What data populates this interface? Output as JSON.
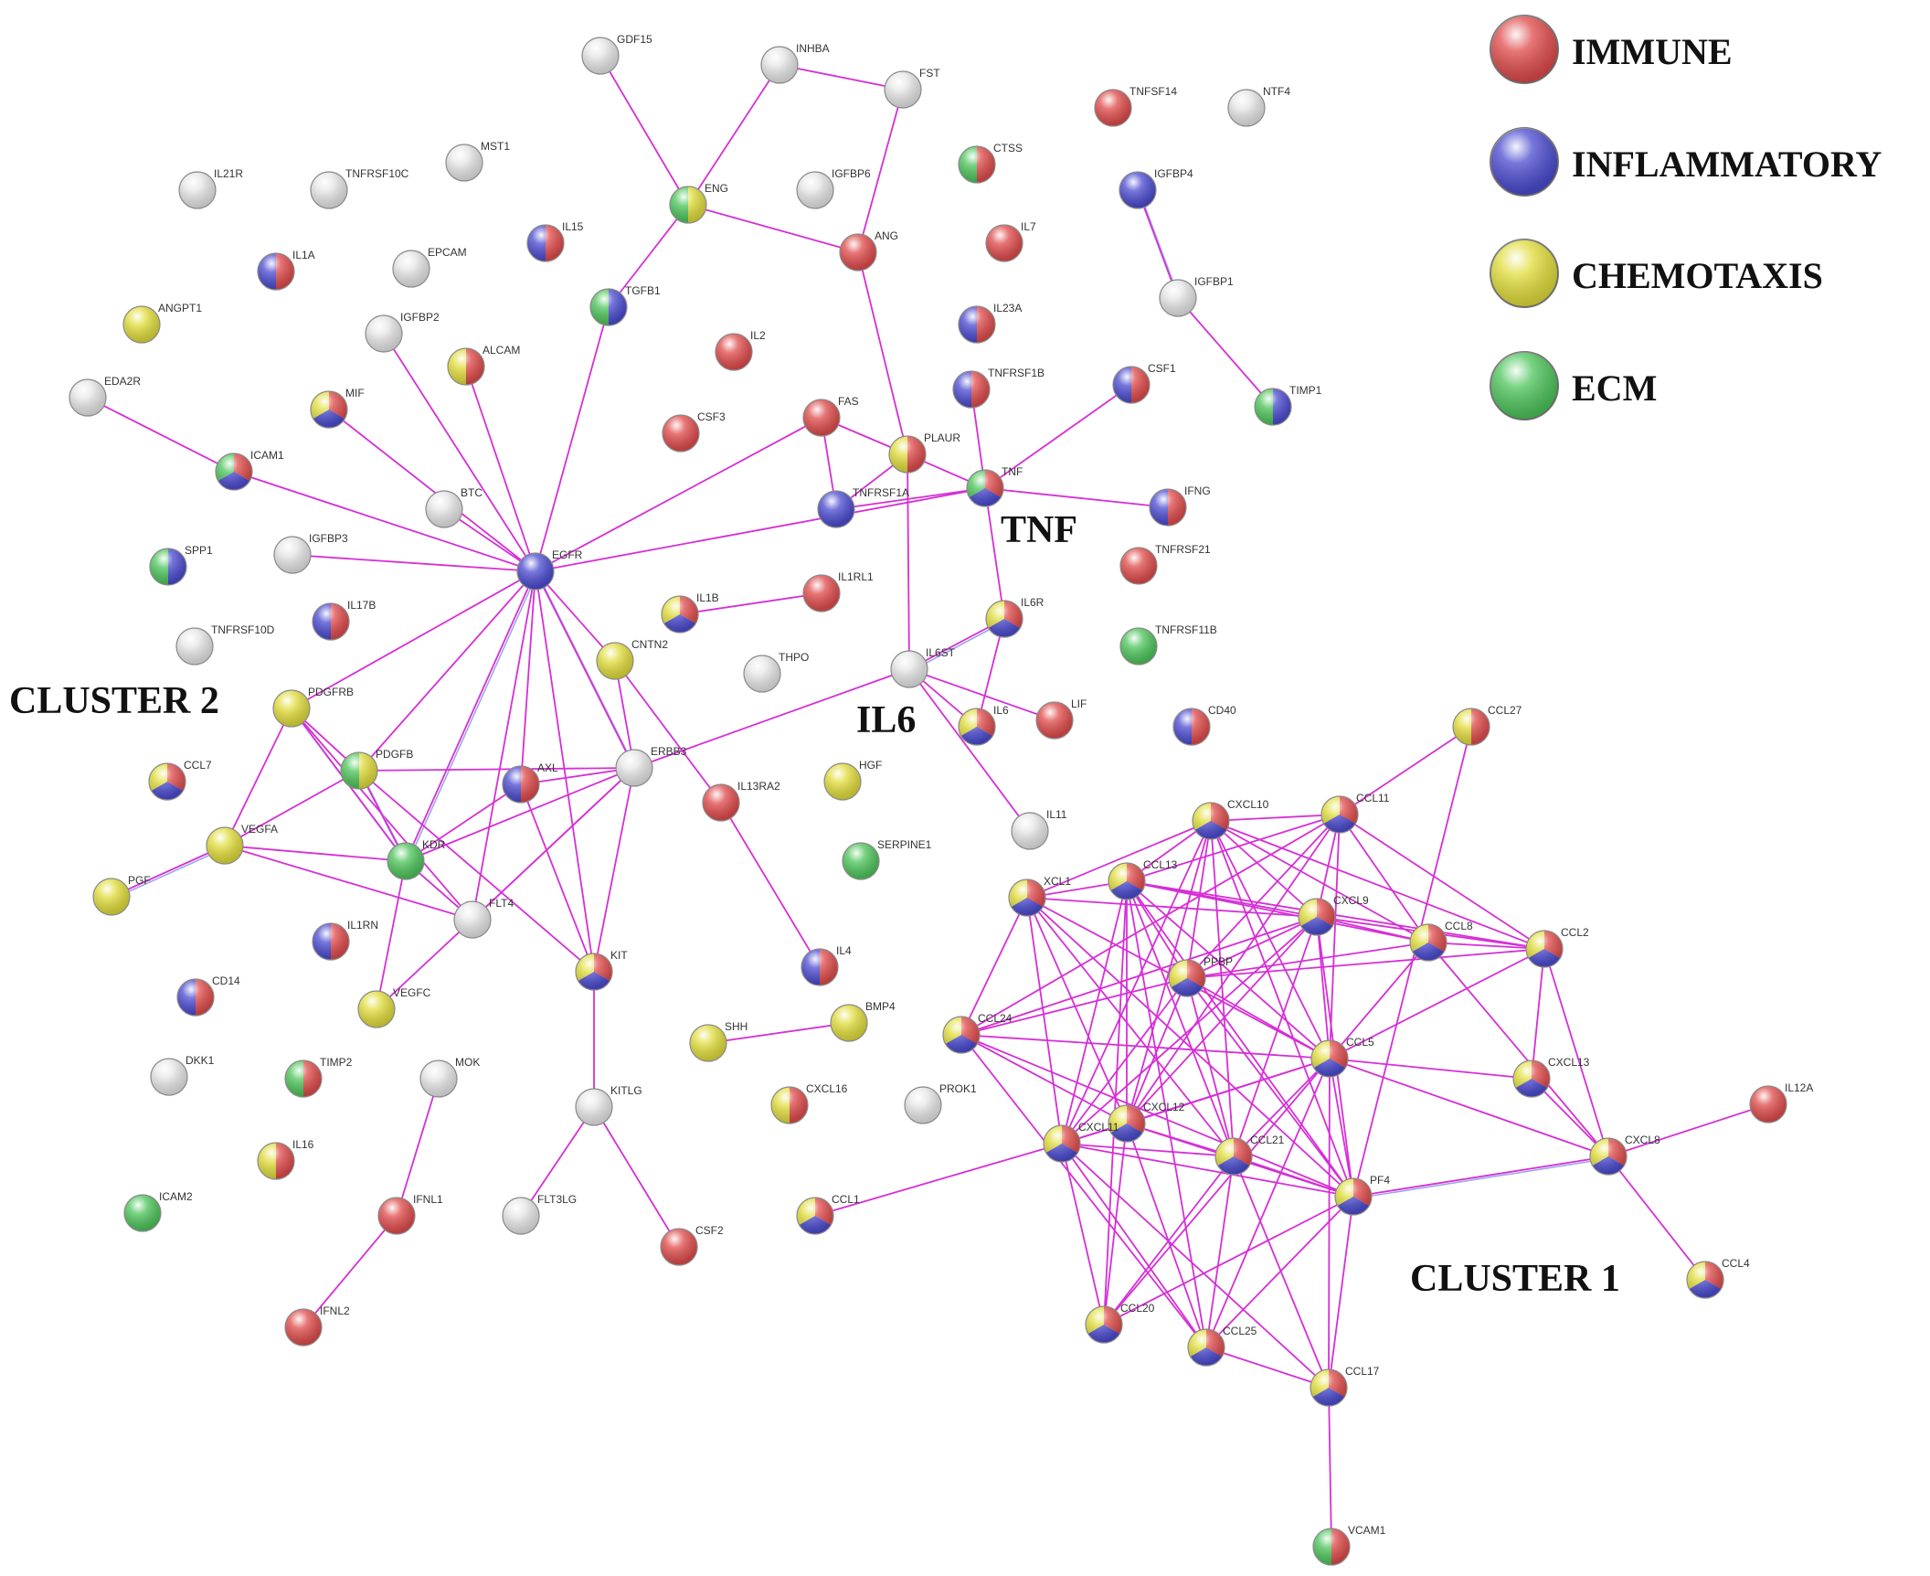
{
  "colors": {
    "immune": "#e04a4a",
    "inflammatory": "#4a4ad0",
    "chemotaxis": "#e0dc3a",
    "ecm": "#4cc45a",
    "none": "#e6e6e6",
    "edge": "#d62fd6"
  },
  "legend": [
    {
      "key": "immune",
      "label": "IMMUNE"
    },
    {
      "key": "inflammatory",
      "label": "INFLAMMATORY"
    },
    {
      "key": "chemotaxis",
      "label": "CHEMOTAXIS"
    },
    {
      "key": "ecm",
      "label": "ECM"
    }
  ],
  "annotations": {
    "cluster2": "CLUSTER 2",
    "cluster1": "CLUSTER 1",
    "tnf": "TNF",
    "il6": "IL6"
  },
  "nodes": [
    {
      "id": "GDF15",
      "c": [
        "none"
      ]
    },
    {
      "id": "INHBA",
      "c": [
        "none"
      ]
    },
    {
      "id": "FST",
      "c": [
        "none"
      ]
    },
    {
      "id": "TNFSF14",
      "c": [
        "immune"
      ]
    },
    {
      "id": "NTF4",
      "c": [
        "none"
      ]
    },
    {
      "id": "IL21R",
      "c": [
        "none"
      ]
    },
    {
      "id": "TNFRSF10C",
      "c": [
        "none"
      ]
    },
    {
      "id": "MST1",
      "c": [
        "none"
      ]
    },
    {
      "id": "CTSS",
      "c": [
        "ecm",
        "immune"
      ]
    },
    {
      "id": "IGFBP6",
      "c": [
        "none"
      ]
    },
    {
      "id": "IGFBP4",
      "c": [
        "inflammatory"
      ]
    },
    {
      "id": "ENG",
      "c": [
        "ecm",
        "chemotaxis"
      ]
    },
    {
      "id": "IL1A",
      "c": [
        "inflammatory",
        "immune"
      ]
    },
    {
      "id": "IL15",
      "c": [
        "inflammatory",
        "immune"
      ]
    },
    {
      "id": "EPCAM",
      "c": [
        "none"
      ]
    },
    {
      "id": "ANG",
      "c": [
        "immune"
      ]
    },
    {
      "id": "IL7",
      "c": [
        "immune"
      ]
    },
    {
      "id": "IGFBP1",
      "c": [
        "none"
      ]
    },
    {
      "id": "TGFB1",
      "c": [
        "ecm",
        "inflammatory"
      ]
    },
    {
      "id": "ANGPT1",
      "c": [
        "chemotaxis"
      ]
    },
    {
      "id": "IGFBP2",
      "c": [
        "none"
      ]
    },
    {
      "id": "IL23A",
      "c": [
        "inflammatory",
        "immune"
      ]
    },
    {
      "id": "IL2",
      "c": [
        "immune"
      ]
    },
    {
      "id": "ALCAM",
      "c": [
        "chemotaxis",
        "immune"
      ]
    },
    {
      "id": "EDA2R",
      "c": [
        "none"
      ]
    },
    {
      "id": "TNFRSF1B",
      "c": [
        "inflammatory",
        "immune"
      ]
    },
    {
      "id": "CSF1",
      "c": [
        "inflammatory",
        "immune"
      ]
    },
    {
      "id": "TIMP1",
      "c": [
        "ecm",
        "inflammatory"
      ]
    },
    {
      "id": "MIF",
      "c": [
        "chemotaxis",
        "immune",
        "inflammatory"
      ]
    },
    {
      "id": "FAS",
      "c": [
        "immune"
      ]
    },
    {
      "id": "CSF3",
      "c": [
        "immune"
      ]
    },
    {
      "id": "PLAUR",
      "c": [
        "chemotaxis",
        "immune"
      ]
    },
    {
      "id": "ICAM1",
      "c": [
        "ecm",
        "immune",
        "inflammatory"
      ]
    },
    {
      "id": "TNF",
      "c": [
        "ecm",
        "immune",
        "inflammatory"
      ]
    },
    {
      "id": "BTC",
      "c": [
        "none"
      ]
    },
    {
      "id": "TNFRSF1A",
      "c": [
        "inflammatory"
      ]
    },
    {
      "id": "IFNG",
      "c": [
        "inflammatory",
        "immune"
      ]
    },
    {
      "id": "SPP1",
      "c": [
        "ecm",
        "inflammatory"
      ]
    },
    {
      "id": "IGFBP3",
      "c": [
        "none"
      ]
    },
    {
      "id": "EGFR",
      "c": [
        "inflammatory"
      ]
    },
    {
      "id": "TNFRSF21",
      "c": [
        "immune"
      ]
    },
    {
      "id": "IL1RL1",
      "c": [
        "immune"
      ]
    },
    {
      "id": "IL17B",
      "c": [
        "inflammatory",
        "immune"
      ]
    },
    {
      "id": "IL1B",
      "c": [
        "chemotaxis",
        "immune",
        "inflammatory"
      ]
    },
    {
      "id": "IL6R",
      "c": [
        "chemotaxis",
        "immune",
        "inflammatory"
      ]
    },
    {
      "id": "TNFRSF11B",
      "c": [
        "ecm"
      ]
    },
    {
      "id": "TNFRSF10D",
      "c": [
        "none"
      ]
    },
    {
      "id": "CNTN2",
      "c": [
        "chemotaxis"
      ]
    },
    {
      "id": "THPO",
      "c": [
        "none"
      ]
    },
    {
      "id": "IL6ST",
      "c": [
        "none"
      ]
    },
    {
      "id": "PDGFRB",
      "c": [
        "chemotaxis"
      ]
    },
    {
      "id": "LIF",
      "c": [
        "immune"
      ]
    },
    {
      "id": "CD40",
      "c": [
        "inflammatory",
        "immune"
      ]
    },
    {
      "id": "IL6",
      "c": [
        "chemotaxis",
        "immune",
        "inflammatory"
      ]
    },
    {
      "id": "CCL27",
      "c": [
        "chemotaxis",
        "immune"
      ]
    },
    {
      "id": "PDGFB",
      "c": [
        "ecm",
        "chemotaxis"
      ]
    },
    {
      "id": "CCL7",
      "c": [
        "chemotaxis",
        "immune",
        "inflammatory"
      ]
    },
    {
      "id": "ERBB3",
      "c": [
        "none"
      ]
    },
    {
      "id": "AXL",
      "c": [
        "inflammatory",
        "immune"
      ]
    },
    {
      "id": "IL13RA2",
      "c": [
        "immune"
      ]
    },
    {
      "id": "HGF",
      "c": [
        "chemotaxis"
      ]
    },
    {
      "id": "CXCL10",
      "c": [
        "chemotaxis",
        "immune",
        "inflammatory"
      ]
    },
    {
      "id": "CCL11",
      "c": [
        "chemotaxis",
        "immune",
        "inflammatory"
      ]
    },
    {
      "id": "VEGFA",
      "c": [
        "chemotaxis"
      ]
    },
    {
      "id": "KDR",
      "c": [
        "ecm"
      ]
    },
    {
      "id": "IL11",
      "c": [
        "none"
      ]
    },
    {
      "id": "SERPINE1",
      "c": [
        "ecm"
      ]
    },
    {
      "id": "CCL13",
      "c": [
        "chemotaxis",
        "immune",
        "inflammatory"
      ]
    },
    {
      "id": "XCL1",
      "c": [
        "chemotaxis",
        "immune",
        "inflammatory"
      ]
    },
    {
      "id": "PGF",
      "c": [
        "chemotaxis"
      ]
    },
    {
      "id": "FLT4",
      "c": [
        "none"
      ]
    },
    {
      "id": "CXCL9",
      "c": [
        "chemotaxis",
        "immune",
        "inflammatory"
      ]
    },
    {
      "id": "IL1RN",
      "c": [
        "inflammatory",
        "immune"
      ]
    },
    {
      "id": "CCL8",
      "c": [
        "chemotaxis",
        "immune",
        "inflammatory"
      ]
    },
    {
      "id": "CCL2",
      "c": [
        "chemotaxis",
        "immune",
        "inflammatory"
      ]
    },
    {
      "id": "KIT",
      "c": [
        "chemotaxis",
        "immune",
        "inflammatory"
      ]
    },
    {
      "id": "IL4",
      "c": [
        "inflammatory",
        "immune"
      ]
    },
    {
      "id": "PPBP",
      "c": [
        "chemotaxis",
        "immune",
        "inflammatory"
      ]
    },
    {
      "id": "CD14",
      "c": [
        "inflammatory",
        "immune"
      ]
    },
    {
      "id": "VEGFC",
      "c": [
        "chemotaxis"
      ]
    },
    {
      "id": "BMP4",
      "c": [
        "chemotaxis"
      ]
    },
    {
      "id": "CCL24",
      "c": [
        "chemotaxis",
        "immune",
        "inflammatory"
      ]
    },
    {
      "id": "SHH",
      "c": [
        "chemotaxis"
      ]
    },
    {
      "id": "CCL5",
      "c": [
        "chemotaxis",
        "immune",
        "inflammatory"
      ]
    },
    {
      "id": "DKK1",
      "c": [
        "none"
      ]
    },
    {
      "id": "TIMP2",
      "c": [
        "ecm",
        "immune"
      ]
    },
    {
      "id": "MOK",
      "c": [
        "none"
      ]
    },
    {
      "id": "CXCL13",
      "c": [
        "chemotaxis",
        "immune",
        "inflammatory"
      ]
    },
    {
      "id": "KITLG",
      "c": [
        "none"
      ]
    },
    {
      "id": "CXCL16",
      "c": [
        "chemotaxis",
        "immune"
      ]
    },
    {
      "id": "PROK1",
      "c": [
        "none"
      ]
    },
    {
      "id": "IL12A",
      "c": [
        "immune"
      ]
    },
    {
      "id": "CXCL12",
      "c": [
        "chemotaxis",
        "immune",
        "inflammatory"
      ]
    },
    {
      "id": "CXCL11",
      "c": [
        "chemotaxis",
        "immune",
        "inflammatory"
      ]
    },
    {
      "id": "CCL21",
      "c": [
        "chemotaxis",
        "immune",
        "inflammatory"
      ]
    },
    {
      "id": "CXCL8",
      "c": [
        "chemotaxis",
        "immune",
        "inflammatory"
      ]
    },
    {
      "id": "IL16",
      "c": [
        "chemotaxis",
        "immune"
      ]
    },
    {
      "id": "PF4",
      "c": [
        "chemotaxis",
        "immune",
        "inflammatory"
      ]
    },
    {
      "id": "ICAM2",
      "c": [
        "ecm"
      ]
    },
    {
      "id": "FLT3LG",
      "c": [
        "none"
      ]
    },
    {
      "id": "IFNL1",
      "c": [
        "immune"
      ]
    },
    {
      "id": "CCL1",
      "c": [
        "chemotaxis",
        "immune",
        "inflammatory"
      ]
    },
    {
      "id": "CSF2",
      "c": [
        "immune"
      ]
    },
    {
      "id": "CCL4",
      "c": [
        "chemotaxis",
        "immune",
        "inflammatory"
      ]
    },
    {
      "id": "IFNL2",
      "c": [
        "immune"
      ]
    },
    {
      "id": "CCL20",
      "c": [
        "chemotaxis",
        "immune",
        "inflammatory"
      ]
    },
    {
      "id": "CCL25",
      "c": [
        "chemotaxis",
        "immune",
        "inflammatory"
      ]
    },
    {
      "id": "CCL17",
      "c": [
        "chemotaxis",
        "immune",
        "inflammatory"
      ]
    },
    {
      "id": "VCAM1",
      "c": [
        "ecm",
        "immune"
      ]
    }
  ],
  "edges": [
    [
      "GDF15",
      "ENG"
    ],
    [
      "INHBA",
      "FST"
    ],
    [
      "INHBA",
      "ENG"
    ],
    [
      "FST",
      "ANG"
    ],
    [
      "ENG",
      "ANG"
    ],
    [
      "ENG",
      "TGFB1"
    ],
    [
      "ANG",
      "PLAUR"
    ],
    [
      "IGFBP4",
      "IGFBP1"
    ],
    [
      "IGFBP1",
      "TIMP1"
    ],
    [
      "EDA2R",
      "ICAM1"
    ],
    [
      "TGFB1",
      "EGFR"
    ],
    [
      "IGFBP2",
      "EGFR"
    ],
    [
      "ALCAM",
      "EGFR"
    ],
    [
      "MIF",
      "EGFR"
    ],
    [
      "ICAM1",
      "EGFR"
    ],
    [
      "BTC",
      "EGFR"
    ],
    [
      "IGFBP3",
      "EGFR"
    ],
    [
      "FAS",
      "EGFR"
    ],
    [
      "TNF",
      "EGFR"
    ],
    [
      "EGFR",
      "CNTN2"
    ],
    [
      "EGFR",
      "PDGFRB"
    ],
    [
      "EGFR",
      "PDGFB"
    ],
    [
      "EGFR",
      "ERBB3"
    ],
    [
      "EGFR",
      "AXL"
    ],
    [
      "EGFR",
      "KDR"
    ],
    [
      "EGFR",
      "FLT4"
    ],
    [
      "EGFR",
      "KIT"
    ],
    [
      "FAS",
      "PLAUR"
    ],
    [
      "FAS",
      "TNFRSF1A"
    ],
    [
      "PLAUR",
      "TNFRSF1A"
    ],
    [
      "PLAUR",
      "TNF"
    ],
    [
      "PLAUR",
      "IL6ST"
    ],
    [
      "TNFRSF1B",
      "TNF"
    ],
    [
      "TNFRSF1A",
      "TNF"
    ],
    [
      "TNF",
      "CSF1"
    ],
    [
      "TNF",
      "IFNG"
    ],
    [
      "TNF",
      "IL6R"
    ],
    [
      "IL1B",
      "IL1RL1"
    ],
    [
      "IL6R",
      "IL6ST"
    ],
    [
      "IL6R",
      "IL6"
    ],
    [
      "IL6ST",
      "IL6"
    ],
    [
      "IL6ST",
      "LIF"
    ],
    [
      "IL6ST",
      "IL11"
    ],
    [
      "IL6ST",
      "ERBB3"
    ],
    [
      "CNTN2",
      "ERBB3"
    ],
    [
      "CNTN2",
      "IL13RA2"
    ],
    [
      "IL13RA2",
      "IL4"
    ],
    [
      "PDGFRB",
      "PDGFB"
    ],
    [
      "PDGFRB",
      "KDR"
    ],
    [
      "PDGFRB",
      "VEGFA"
    ],
    [
      "PDGFRB",
      "FLT4"
    ],
    [
      "PDGFB",
      "ERBB3"
    ],
    [
      "PDGFB",
      "KDR"
    ],
    [
      "PDGFB",
      "VEGFA"
    ],
    [
      "PDGFB",
      "KIT"
    ],
    [
      "VEGFA",
      "KDR"
    ],
    [
      "VEGFA",
      "PGF"
    ],
    [
      "VEGFA",
      "FLT4"
    ],
    [
      "KDR",
      "FLT4"
    ],
    [
      "KDR",
      "VEGFC"
    ],
    [
      "KDR",
      "ERBB3"
    ],
    [
      "KDR",
      "AXL"
    ],
    [
      "FLT4",
      "VEGFC"
    ],
    [
      "FLT4",
      "ERBB3"
    ],
    [
      "AXL",
      "ERBB3"
    ],
    [
      "AXL",
      "KIT"
    ],
    [
      "ERBB3",
      "KIT"
    ],
    [
      "ERBB3",
      "FLT4"
    ],
    [
      "KIT",
      "KITLG"
    ],
    [
      "KITLG",
      "FLT3LG"
    ],
    [
      "KITLG",
      "CSF2"
    ],
    [
      "SHH",
      "BMP4"
    ],
    [
      "MOK",
      "IFNL1"
    ],
    [
      "IFNL1",
      "IFNL2"
    ],
    [
      "CCL27",
      "CCL11"
    ],
    [
      "CCL27",
      "PF4"
    ],
    [
      "CCL2",
      "CXCL13"
    ],
    [
      "CCL2",
      "CXCL8"
    ],
    [
      "CXCL8",
      "IL12A"
    ],
    [
      "CXCL8",
      "CCL4"
    ],
    [
      "CXCL8",
      "CXCL13"
    ],
    [
      "CXCL8",
      "CCL5"
    ],
    [
      "CXCL8",
      "PF4"
    ],
    [
      "CCL1",
      "CXCL11"
    ],
    [
      "CCL17",
      "VCAM1"
    ],
    [
      "CCL5",
      "CXCL13"
    ],
    [
      "XCL1",
      "CXCL10"
    ],
    [
      "XCL1",
      "CCL13"
    ],
    [
      "XCL1",
      "CXCL9"
    ],
    [
      "XCL1",
      "CCL24"
    ],
    [
      "XCL1",
      "CCL5"
    ],
    [
      "XCL1",
      "CXCL11"
    ],
    [
      "XCL1",
      "CCL21"
    ],
    [
      "XCL1",
      "PF4"
    ],
    [
      "XCL1",
      "CXCL12"
    ],
    [
      "CCL13",
      "CXCL10"
    ],
    [
      "CCL13",
      "CCL11"
    ],
    [
      "CCL13",
      "CXCL9"
    ],
    [
      "CCL13",
      "CCL8"
    ],
    [
      "CCL13",
      "CCL2"
    ],
    [
      "CCL13",
      "PPBP"
    ],
    [
      "CCL13",
      "CCL5"
    ],
    [
      "CCL13",
      "CXCL12"
    ],
    [
      "CCL13",
      "CCL21"
    ],
    [
      "CCL13",
      "PF4"
    ],
    [
      "CCL13",
      "CXCL11"
    ],
    [
      "CCL13",
      "CCL20"
    ],
    [
      "CCL13",
      "CCL25"
    ],
    [
      "CXCL10",
      "CCL11"
    ],
    [
      "CXCL10",
      "CXCL9"
    ],
    [
      "CXCL10",
      "CCL8"
    ],
    [
      "CXCL10",
      "PPBP"
    ],
    [
      "CXCL10",
      "CCL5"
    ],
    [
      "CXCL10",
      "CXCL11"
    ],
    [
      "CXCL10",
      "CCL21"
    ],
    [
      "CXCL10",
      "PF4"
    ],
    [
      "CXCL10",
      "CXCL12"
    ],
    [
      "CXCL10",
      "CCL2"
    ],
    [
      "CCL11",
      "CXCL9"
    ],
    [
      "CCL11",
      "CCL8"
    ],
    [
      "CCL11",
      "CCL2"
    ],
    [
      "CCL11",
      "CCL5"
    ],
    [
      "CCL11",
      "PPBP"
    ],
    [
      "CCL11",
      "CXCL12"
    ],
    [
      "CCL11",
      "CCL24"
    ],
    [
      "CXCL9",
      "CCL8"
    ],
    [
      "CXCL9",
      "CCL2"
    ],
    [
      "CXCL9",
      "PPBP"
    ],
    [
      "CXCL9",
      "CCL5"
    ],
    [
      "CXCL9",
      "CXCL11"
    ],
    [
      "CXCL9",
      "CXCL12"
    ],
    [
      "CXCL9",
      "CCL21"
    ],
    [
      "CXCL9",
      "PF4"
    ],
    [
      "CXCL9",
      "CCL24"
    ],
    [
      "CCL8",
      "CCL2"
    ],
    [
      "CCL8",
      "CCL5"
    ],
    [
      "CCL8",
      "PPBP"
    ],
    [
      "CCL8",
      "CXCL8"
    ],
    [
      "CCL2",
      "PPBP"
    ],
    [
      "CCL2",
      "CCL5"
    ],
    [
      "PPBP",
      "CCL5"
    ],
    [
      "PPBP",
      "CXCL11"
    ],
    [
      "PPBP",
      "CXCL12"
    ],
    [
      "PPBP",
      "CCL21"
    ],
    [
      "PPBP",
      "PF4"
    ],
    [
      "PPBP",
      "CCL24"
    ],
    [
      "CCL24",
      "CCL5"
    ],
    [
      "CCL24",
      "CXCL12"
    ],
    [
      "CCL24",
      "PF4"
    ],
    [
      "CCL24",
      "CCL25"
    ],
    [
      "CCL5",
      "CXCL11"
    ],
    [
      "CCL5",
      "CXCL12"
    ],
    [
      "CCL5",
      "CCL21"
    ],
    [
      "CCL5",
      "PF4"
    ],
    [
      "CCL5",
      "CCL20"
    ],
    [
      "CCL5",
      "CCL25"
    ],
    [
      "CCL5",
      "CCL17"
    ],
    [
      "CXCL11",
      "CXCL12"
    ],
    [
      "CXCL11",
      "CCL21"
    ],
    [
      "CXCL11",
      "PF4"
    ],
    [
      "CXCL11",
      "CCL20"
    ],
    [
      "CXCL11",
      "CCL25"
    ],
    [
      "CXCL11",
      "CCL17"
    ],
    [
      "CXCL12",
      "CCL21"
    ],
    [
      "CXCL12",
      "PF4"
    ],
    [
      "CXCL12",
      "CCL20"
    ],
    [
      "CXCL12",
      "CCL25"
    ],
    [
      "CCL21",
      "PF4"
    ],
    [
      "CCL21",
      "CCL20"
    ],
    [
      "CCL21",
      "CCL25"
    ],
    [
      "CCL21",
      "CCL17"
    ],
    [
      "PF4",
      "CCL20"
    ],
    [
      "PF4",
      "CCL25"
    ],
    [
      "PF4",
      "CCL17"
    ],
    [
      "CCL25",
      "CCL17"
    ]
  ],
  "blue_edges": [
    [
      "IGFBP4",
      "IGFBP1"
    ],
    [
      "PDGFRB",
      "KDR"
    ],
    [
      "PDGFB",
      "KDR"
    ],
    [
      "VEGFA",
      "PGF"
    ],
    [
      "KDR",
      "FLT4"
    ],
    [
      "EGFR",
      "KDR"
    ],
    [
      "EGFR",
      "ERBB3"
    ],
    [
      "IL6R",
      "IL6ST"
    ],
    [
      "CXCL8",
      "PF4"
    ],
    [
      "PDGFRB",
      "PDGFB"
    ]
  ]
}
